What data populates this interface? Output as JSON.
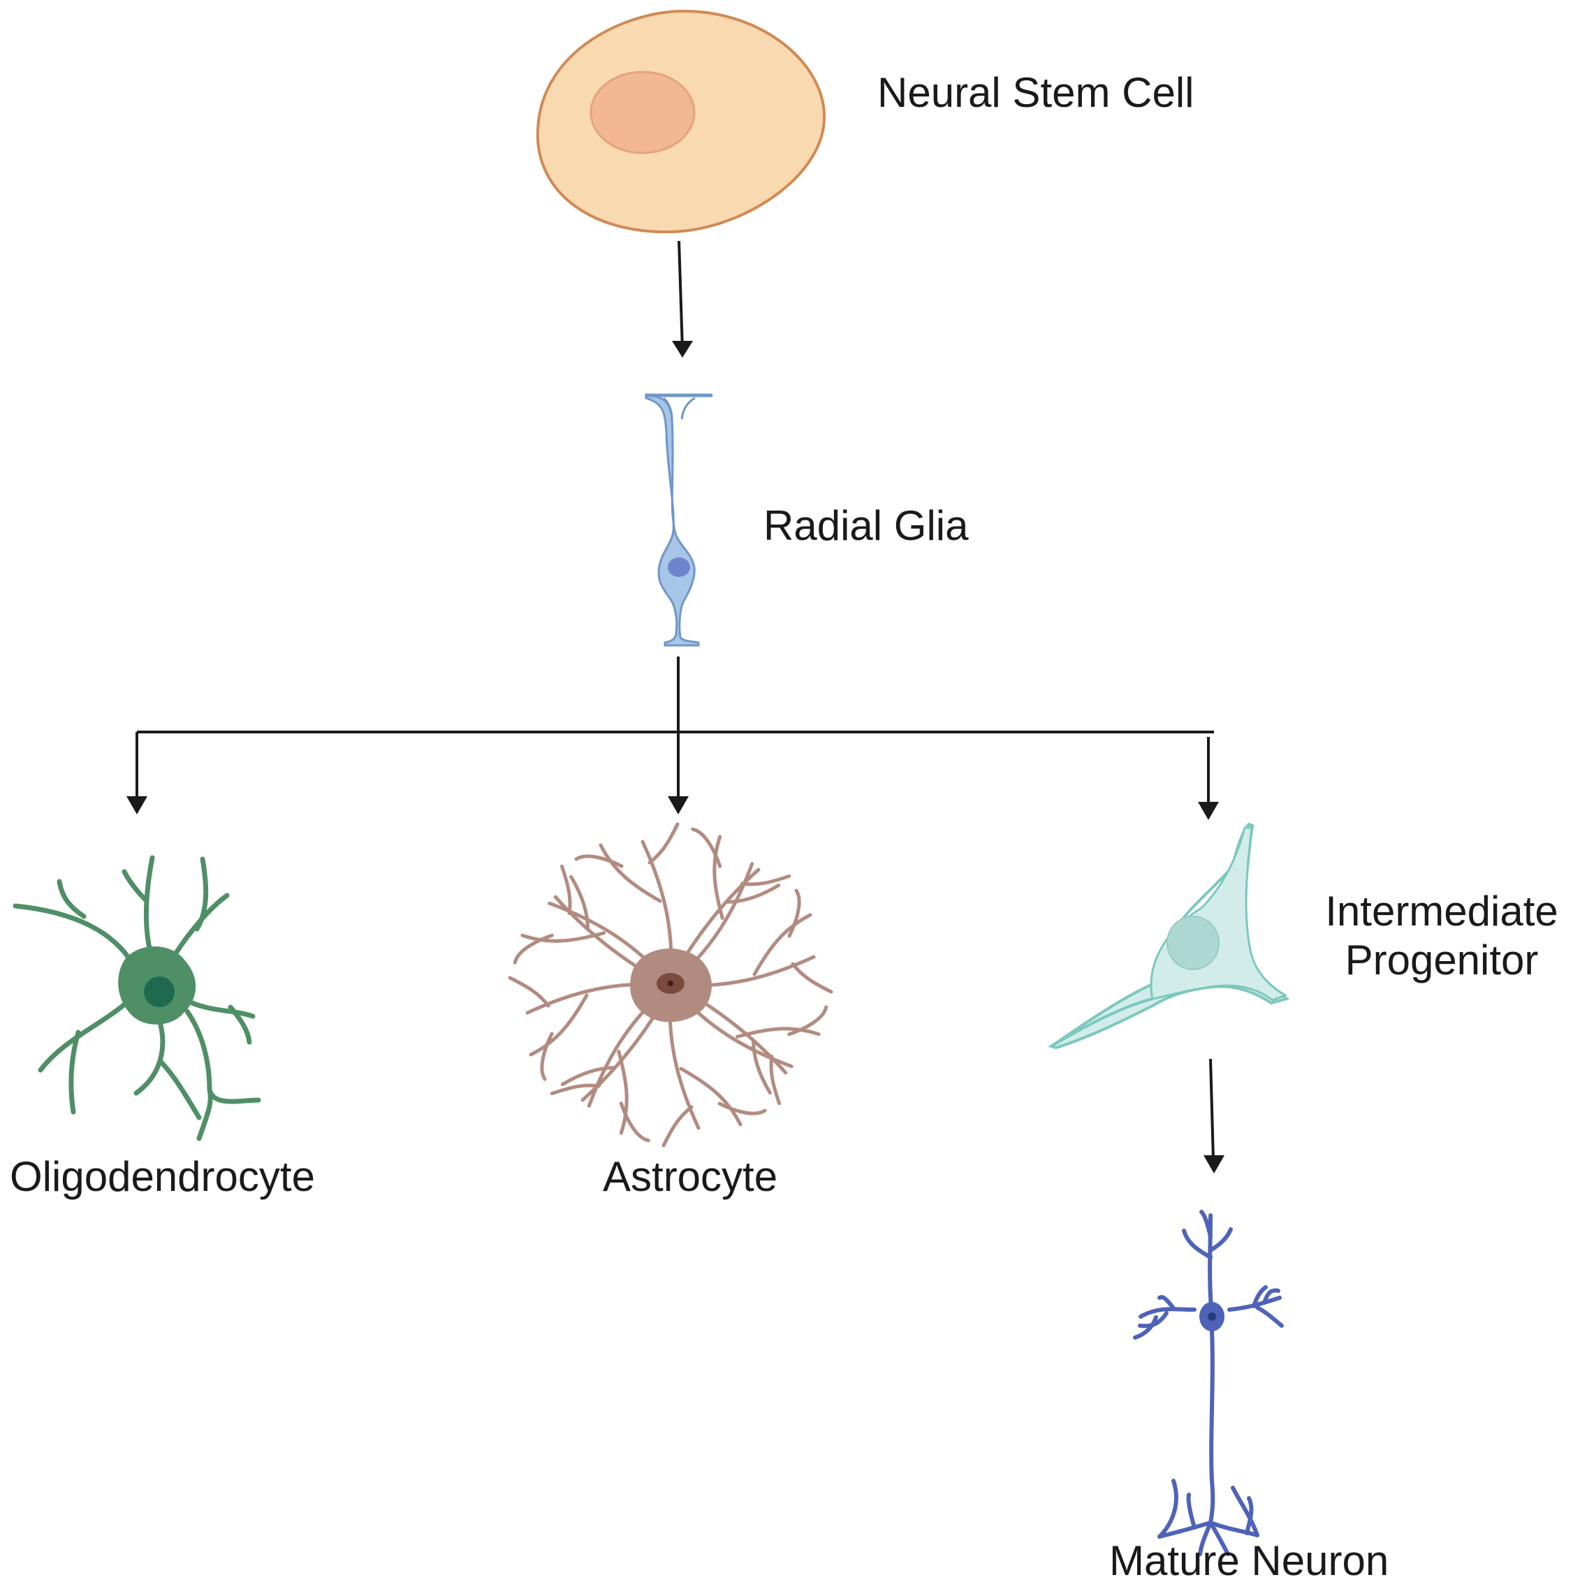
{
  "labels": {
    "stem": "Neural Stem Cell",
    "radial": "Radial Glia",
    "oligo": "Oligodendrocyte",
    "astro": "Astrocyte",
    "ip_line1": "Intermediate",
    "ip_line2": "Progenitor",
    "neuron": "Mature Neuron"
  },
  "colors": {
    "stem_fill": "#f8d9b0",
    "stem_outline": "#d08a55",
    "stem_nucleus": "#f2b793",
    "radial_fill": "#a7c5e6",
    "radial_outline": "#7096c8",
    "radial_nucleus": "#6f84cf",
    "oligo": "#4f8f66",
    "oligo_nucleus": "#1f6a4f",
    "astro": "#b28b80",
    "astro_nucleus": "#7a4a3c",
    "ip_fill": "#d2ede9",
    "ip_outline": "#7cc8bd",
    "ip_nucleus": "#add8d1",
    "neuron": "#4e63b8",
    "arrow": "#1a1a1a"
  },
  "icons": [
    "neural-stem-cell-icon",
    "radial-glia-icon",
    "oligodendrocyte-icon",
    "astrocyte-icon",
    "intermediate-progenitor-icon",
    "mature-neuron-icon"
  ]
}
